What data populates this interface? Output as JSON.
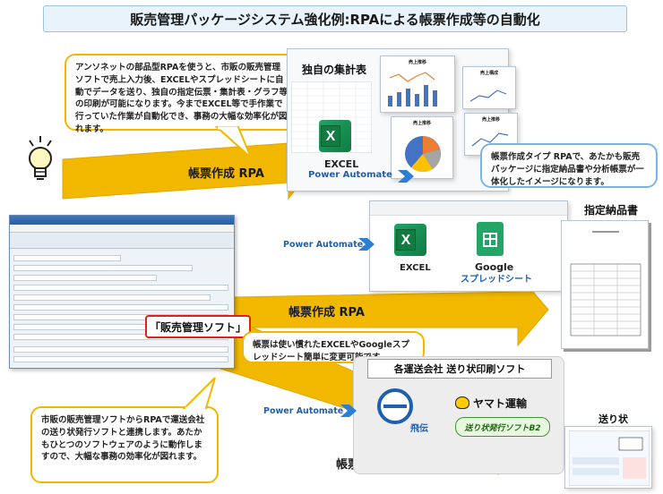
{
  "title": "販売管理パッケージシステム強化例:RPAによる帳票作成等の自動化",
  "callouts": {
    "top_left": "アンソネットの部品型RPAを使うと、市販の販売管理ソフトで売上入力後、EXCELやスプレッドシートに自動でデータを送り、独自の指定伝票・集計表・グラフ等の印刷が可能になります。今までEXCEL等で手作業で行っていた作業が自動化でき、事務の大幅な効率化が図れます。",
    "top_right": "帳票作成タイプ RPAで、あたかも販売パッケージに指定納品書や分析帳票が一体化したイメージになります。",
    "middle": "帳票は使い慣れたEXCELやGoogleスプレッドシート簡単に変更可能です。",
    "bottom_left": "市販の販売管理ソフトからRPAで運送会社の送り状発行ソフトと連携します。あたかもひとつのソフトウェアのように動作しますので、大幅な事務の効率化が図れます。"
  },
  "arrows": {
    "top": "帳票作成 RPA",
    "middle": "帳票作成 RPA",
    "bottom": "帳票作成 RPA"
  },
  "labels": {
    "dokuji": "独自の集計表",
    "excel": "EXCEL",
    "power_automate": "Power Automate",
    "shitei": "指定納品書",
    "excel2": "EXCEL",
    "google": "Google",
    "spreadsheet": "スプレッドシート",
    "pa_mid": "Power Automate",
    "software": "「販売管理ソフト」",
    "shipping_head": "各運送会社 送り状印刷ソフト",
    "pa_bottom": "Power Automate",
    "hikyaku": "飛伝",
    "yamato": "ヤマト運輸",
    "b2": "送り状発行ソフトB2",
    "okurijo": "送り状"
  },
  "chart_titles": {
    "c1": "売上推移",
    "c2": "売上構成",
    "c3": "売上推移",
    "c4": "売上推移"
  },
  "colors": {
    "arrow": "#f2b800",
    "callout_border": "#f2b800",
    "accent_blue": "#1f5fb0",
    "excel_green": "#107c41",
    "label_red": "#e02020"
  }
}
